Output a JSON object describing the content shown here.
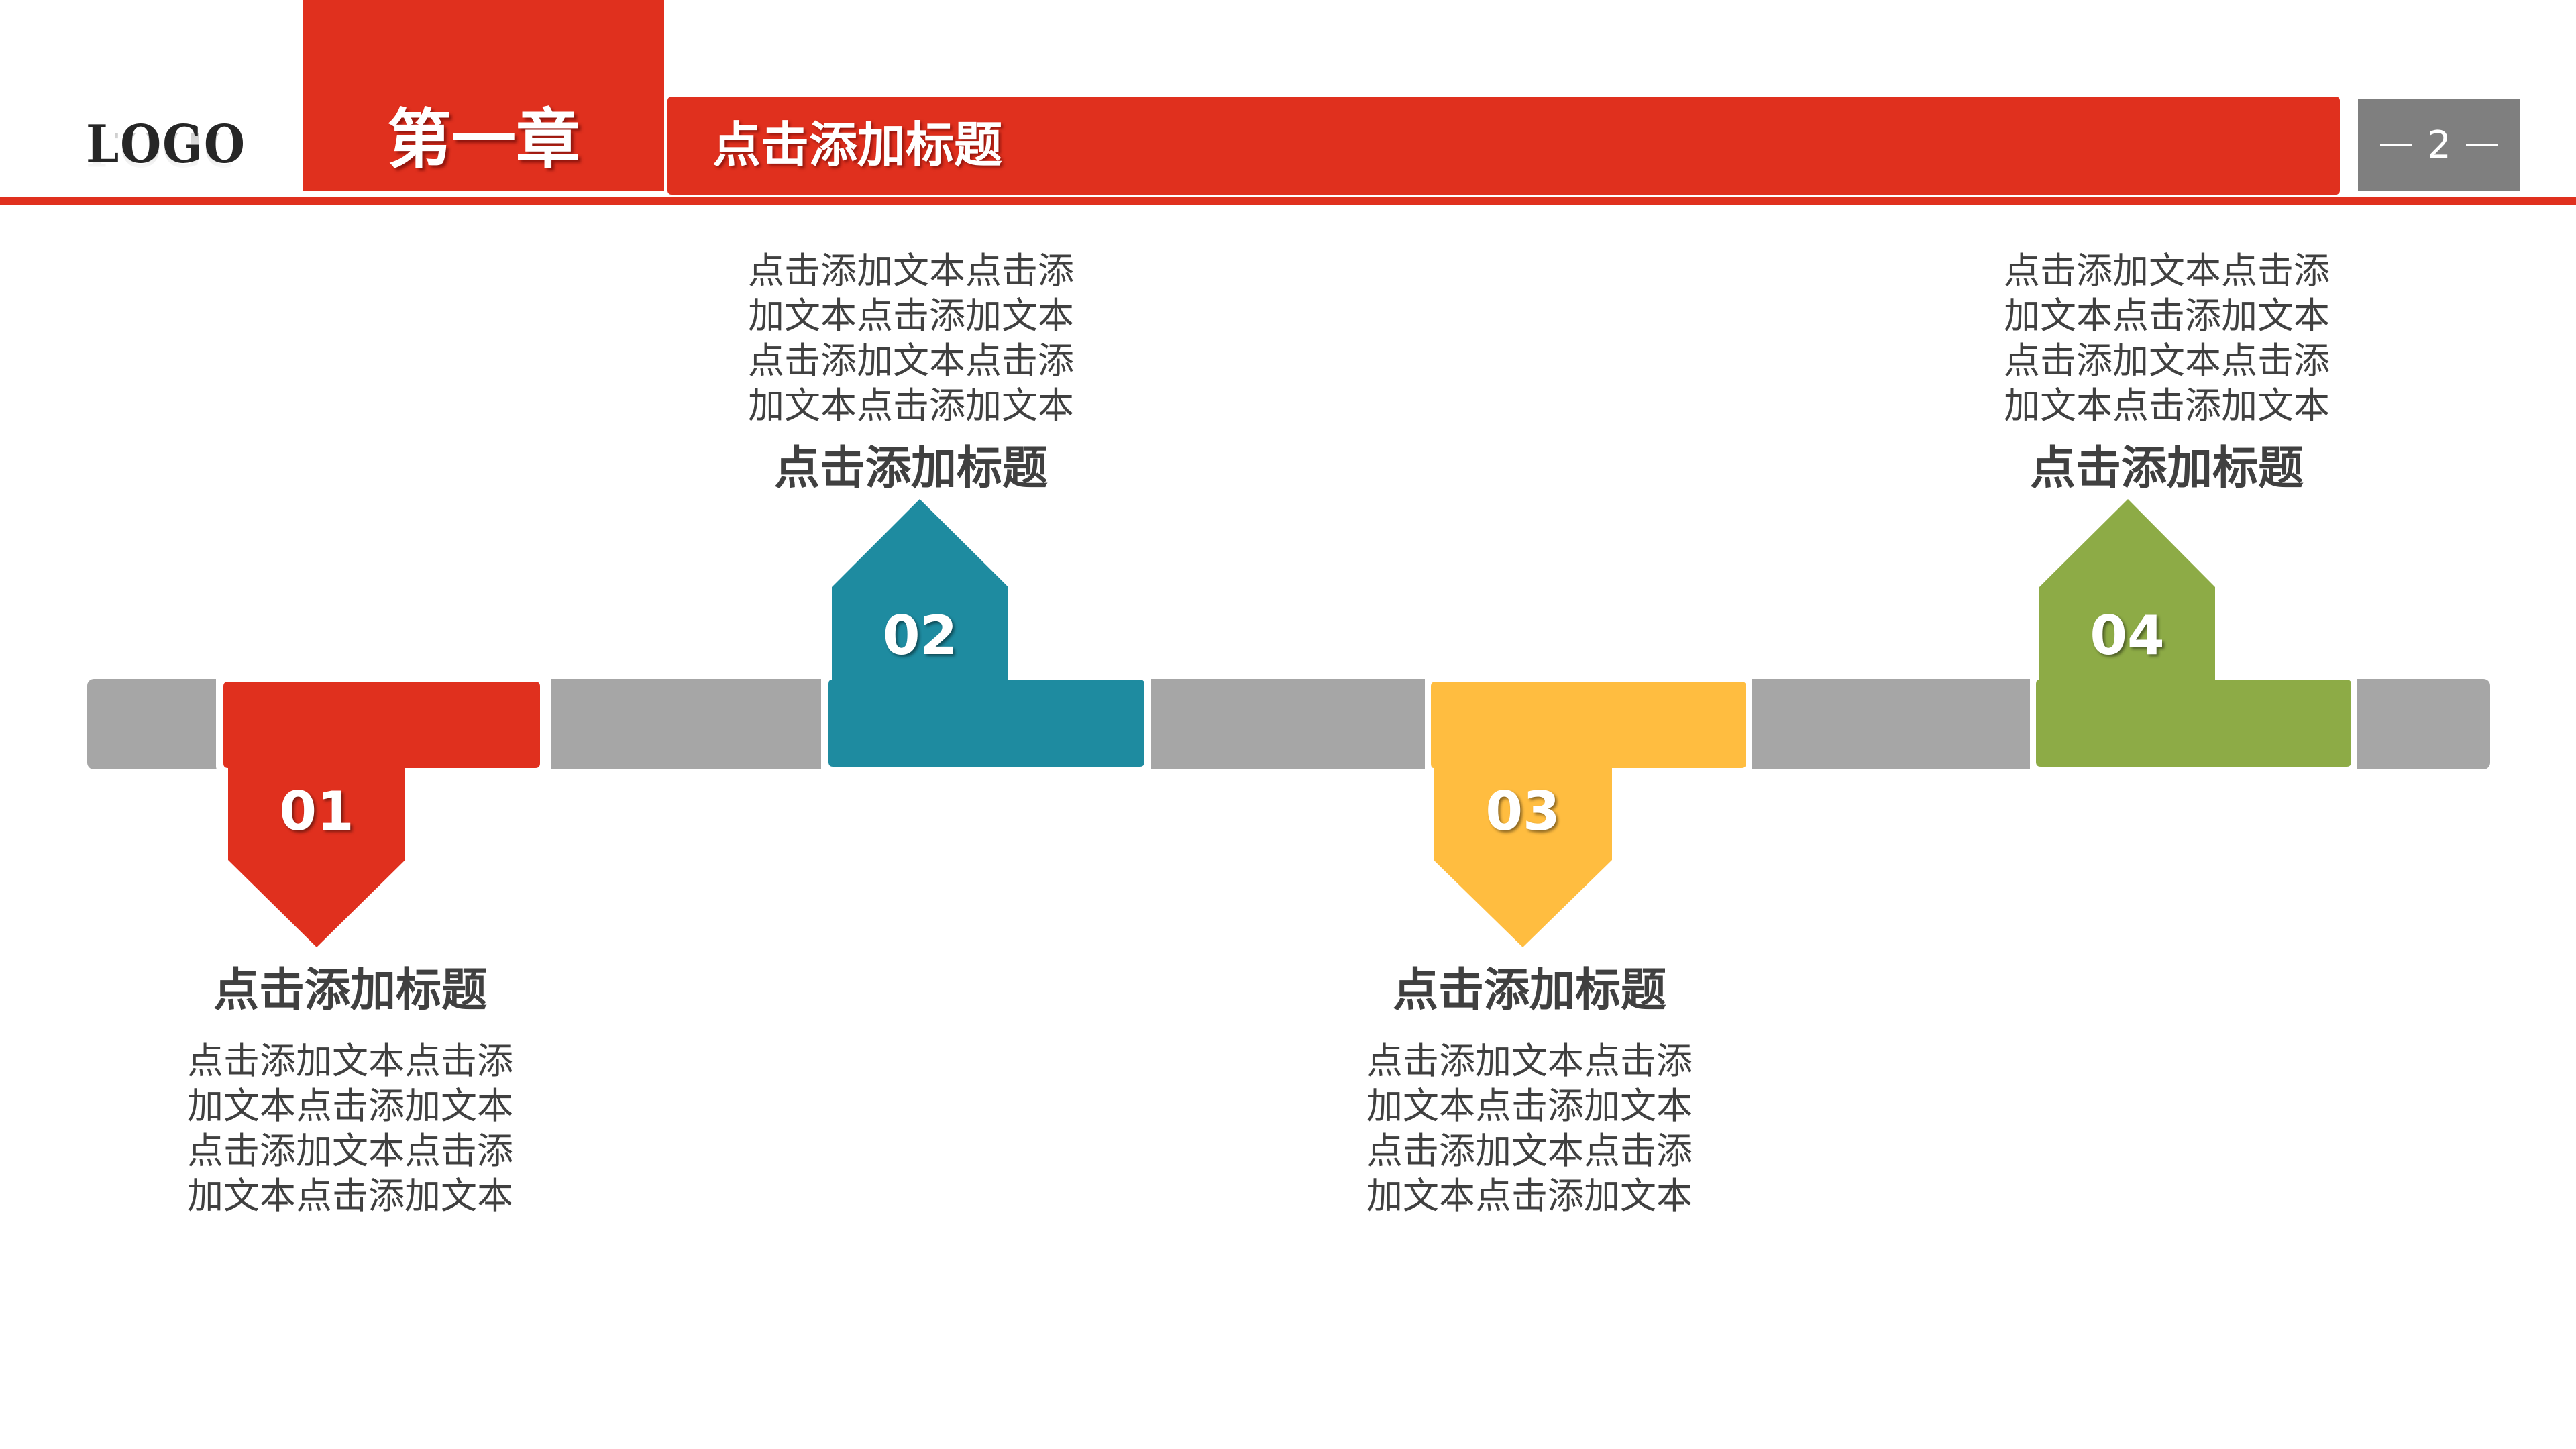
{
  "header": {
    "logo_text": "LOGO",
    "chapter_label": "第一章",
    "title": "点击添加标题",
    "page_number": "2"
  },
  "colors": {
    "brand_red": "#e0301e",
    "track_gray": "#a6a6a6",
    "page_box_gray": "#7f7f7f",
    "step1": "#e0301e",
    "step2": "#1e8ba0",
    "step3": "#ffbd40",
    "step4": "#8dab46",
    "text_dark": "#404040"
  },
  "timeline": {
    "steps": [
      {
        "number": "01",
        "direction": "down",
        "title": "点击添加标题",
        "body_lines": [
          "点击添加文本点击添",
          "加文本点击添加文本",
          "点击添加文本点击添",
          "加文本点击添加文本"
        ]
      },
      {
        "number": "02",
        "direction": "up",
        "title": "点击添加标题",
        "body_lines": [
          "点击添加文本点击添",
          "加文本点击添加文本",
          "点击添加文本点击添",
          "加文本点击添加文本"
        ]
      },
      {
        "number": "03",
        "direction": "down",
        "title": "点击添加标题",
        "body_lines": [
          "点击添加文本点击添",
          "加文本点击添加文本",
          "点击添加文本点击添",
          "加文本点击添加文本"
        ]
      },
      {
        "number": "04",
        "direction": "up",
        "title": "点击添加标题",
        "body_lines": [
          "点击添加文本点击添",
          "加文本点击添加文本",
          "点击添加文本点击添",
          "加文本点击添加文本"
        ]
      }
    ]
  }
}
